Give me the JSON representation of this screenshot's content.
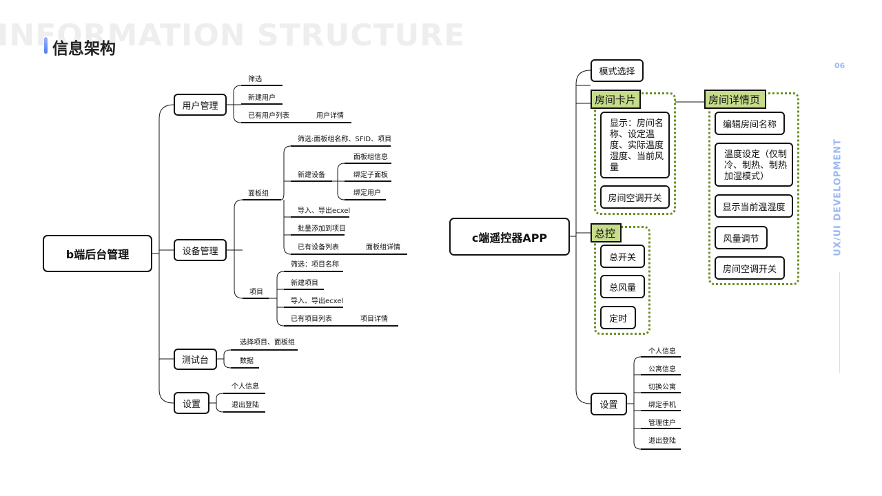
{
  "header": {
    "bg_title": "INFORMATION STRUCTURE",
    "title": "信息架构",
    "page_number": "06",
    "side_text": "UX/UI DEVELOPMENT"
  },
  "b_tree": {
    "root": "b端后台管理",
    "user_mgmt": {
      "label": "用户管理",
      "filter": "筛选",
      "new_user": "新建用户",
      "user_list": "已有用户列表",
      "user_detail": "用户详情"
    },
    "device_mgmt": {
      "label": "设备管理",
      "panel_group": {
        "label": "面板组",
        "filter": "筛选:面板组名称、SFID、项目",
        "new_device": "新建设备",
        "group_info": "面板组信息",
        "bind_subpanel": "绑定子面板",
        "bind_user": "绑定用户",
        "import_export": "导入、导出ecxel",
        "batch_add": "批量添加到项目",
        "device_list": "已有设备列表",
        "group_detail": "面板组详情"
      },
      "project": {
        "label": "项目",
        "filter": "筛选：项目名称",
        "new_project": "新建项目",
        "import_export": "导入、导出ecxel",
        "project_list": "已有项目列表",
        "project_detail": "项目详情"
      }
    },
    "test_bench": {
      "label": "测试台",
      "select": "选择项目、面板组",
      "data": "数据"
    },
    "settings": {
      "label": "设置",
      "profile": "个人信息",
      "logout": "退出登陆"
    }
  },
  "c_tree": {
    "root": "c端遥控器APP",
    "mode_select": "模式选择",
    "room_card": {
      "label": "房间卡片",
      "display": "显示：房间名称、设定温度、实际温度湿度、当前风量",
      "ac_switch": "房间空调开关"
    },
    "room_detail": {
      "label": "房间详情页",
      "edit_name": "编辑房间名称",
      "temp_setting": "温度设定（仅制冷、制热、制热加湿模式）",
      "show_temp": "显示当前温湿度",
      "fan": "风量调节",
      "ac_switch": "房间空调开关"
    },
    "master": {
      "label": "总控",
      "power": "总开关",
      "fan": "总风量",
      "timer": "定时"
    },
    "settings": {
      "label": "设置",
      "items": [
        "个人信息",
        "公寓信息",
        "切换公寓",
        "绑定手机",
        "管理住户",
        "退出登陆"
      ]
    }
  }
}
